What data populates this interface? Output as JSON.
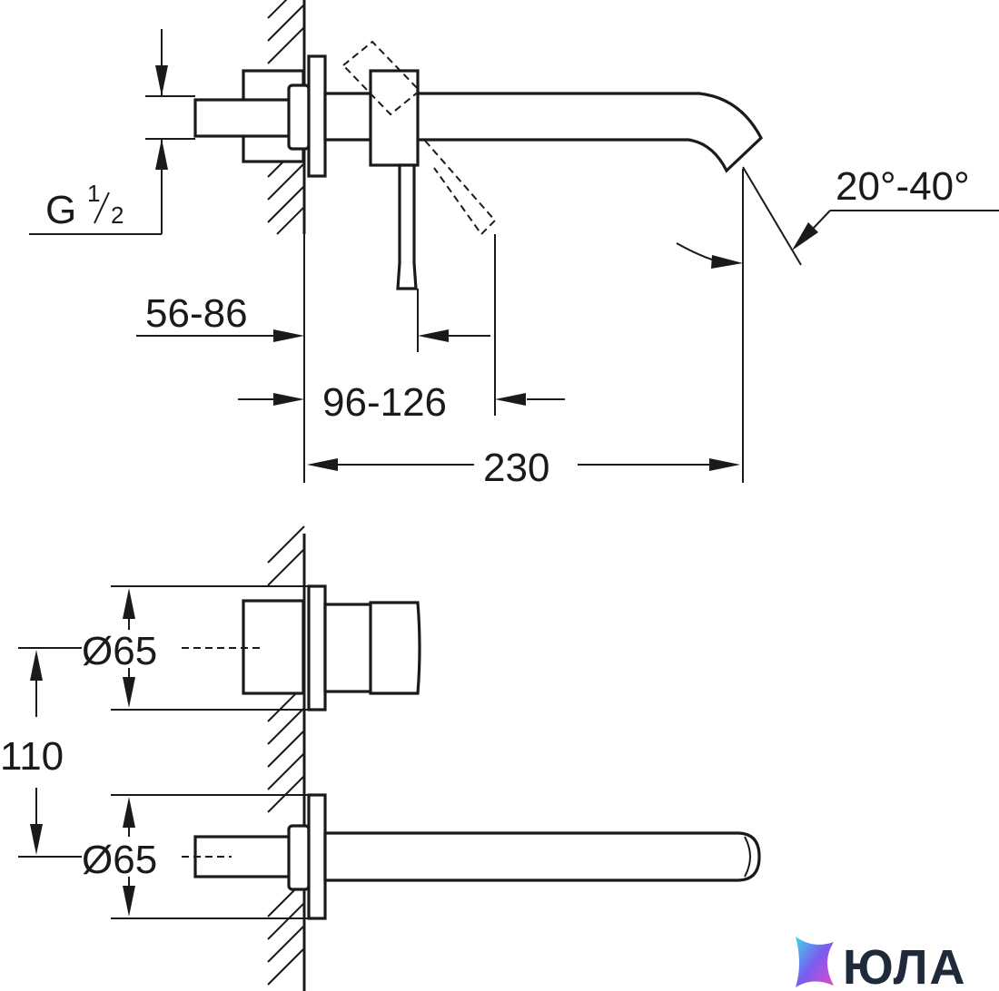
{
  "dimensions": {
    "thread_label": "G",
    "thread_fraction_num": "1",
    "thread_fraction_den": "2",
    "wall_depth": "56-86",
    "lever_depth": "96-126",
    "spout_length": "230",
    "spout_angle": "20°-40°",
    "diameter_top": "Ø65",
    "diameter_bottom": "Ø65",
    "spacing": "110"
  },
  "logo": {
    "text": "ЮЛА",
    "colors": [
      "#3fd6e8",
      "#7a5cf0",
      "#e04cc8"
    ]
  }
}
